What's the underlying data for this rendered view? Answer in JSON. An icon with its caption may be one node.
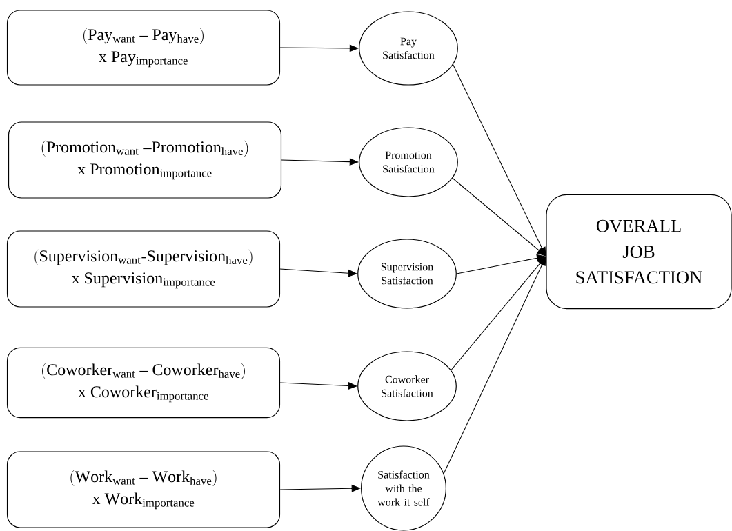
{
  "diagram": {
    "nodes": [
      {
        "text": [
          "\\mathrm{(Pay_{want}\\ –\\ Pay_{have})}",
          "\\mathrm{x\\ Pay_{importance}}"
        ]
      },
      {
        "text": [
          "\\mathrm{(Promotion_{want}\\ –Promotion_{have})}",
          "\\mathrm{x\\ Promotion_{importance}}"
        ]
      },
      {
        "text": [
          "\\mathrm{(Supervision_{want}\\text{-}Supervision_{have})}",
          "\\mathrm{x\\ Supervision_{importance}}"
        ]
      },
      {
        "text": [
          "\\mathrm{(Coworker_{want}\\ –\\ Coworker_{have})}",
          "\\mathrm{x\\ Coworker_{importance}}"
        ]
      },
      {
        "text": [
          "\\mathrm{(Work_{want}\\ –\\ Work_{have})}",
          "\\mathrm{x\\ Work_{importance}}"
        ]
      },
      {
        "text": [
          "Pay Satisfaction"
        ]
      },
      {
        "text": [
          "Promotion Satisfaction"
        ]
      },
      {
        "text": [
          "Supervision Satisfaction"
        ]
      },
      {
        "text": [
          "Coworker Satisfaction"
        ]
      },
      {
        "text": [
          "Satisfaction with the work it self"
        ]
      },
      {
        "text": [
          "OVERALL JOB SATISFACTION"
        ]
      }
    ],
    "edges": [
      {
        "from": 0,
        "to": 5,
        "arrow": "to"
      },
      {
        "from": 1,
        "to": 6,
        "arrow": "to"
      },
      {
        "from": 2,
        "to": 7,
        "arrow": "to"
      },
      {
        "from": 3,
        "to": 8,
        "arrow": "to"
      },
      {
        "from": 4,
        "to": 9,
        "arrow": "to"
      },
      {
        "from": 5,
        "to": 10,
        "arrow": "to"
      },
      {
        "from": 6,
        "to": 10,
        "arrow": "to"
      },
      {
        "from": 7,
        "to": 10,
        "arrow": "to"
      },
      {
        "from": 8,
        "to": 10,
        "arrow": "to"
      },
      {
        "from": 9,
        "to": 10,
        "arrow": "to"
      }
    ]
  }
}
